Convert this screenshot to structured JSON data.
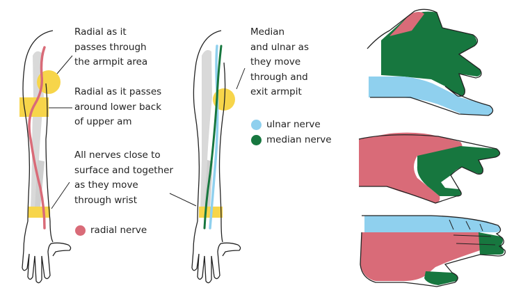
{
  "labels": {
    "radial_armpit": [
      "Radial as it",
      "passes through",
      "the armpit area"
    ],
    "radial_lower_back": [
      "Radial as it passes",
      "around lower back",
      "of upper am"
    ],
    "all_nerves_wrist": [
      "All nerves close  to",
      "surface and together",
      "as they move",
      "through wrist"
    ],
    "median_ulnar_armpit": [
      "Median",
      "and ulnar as",
      "they move",
      "through and",
      "exit armpit"
    ]
  },
  "legend": {
    "radial": "radial nerve",
    "ulnar": "ulnar nerve",
    "median": "median nerve"
  },
  "colors": {
    "radial": "#d96b78",
    "ulnar": "#8fd0ee",
    "median": "#17773f",
    "compression": "#f7d54a",
    "bone": "#d9d9d9",
    "outline": "#222222"
  }
}
